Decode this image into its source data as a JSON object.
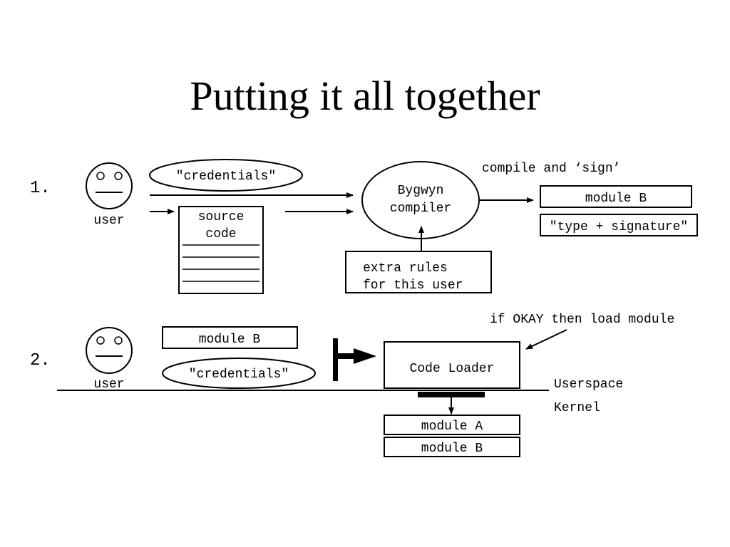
{
  "title": "Putting it all together",
  "step1": {
    "number": "1.",
    "user_label": "user",
    "credentials": "\"credentials\"",
    "source_code": [
      "source",
      "code"
    ],
    "compiler": [
      "Bygwyn",
      "compiler"
    ],
    "extra_rules": [
      "extra rules",
      "for this user"
    ],
    "compile_sign": "compile and ‘sign’",
    "module": "module B",
    "type_signature": "\"type + signature\""
  },
  "step2": {
    "number": "2.",
    "user_label": "user",
    "module": "module B",
    "credentials": "\"credentials\"",
    "code_loader": "Code Loader",
    "if_okay": "if OKAY then load module",
    "userspace": "Userspace",
    "kernel": "Kernel",
    "kernel_modules": [
      "module A",
      "module B"
    ]
  }
}
